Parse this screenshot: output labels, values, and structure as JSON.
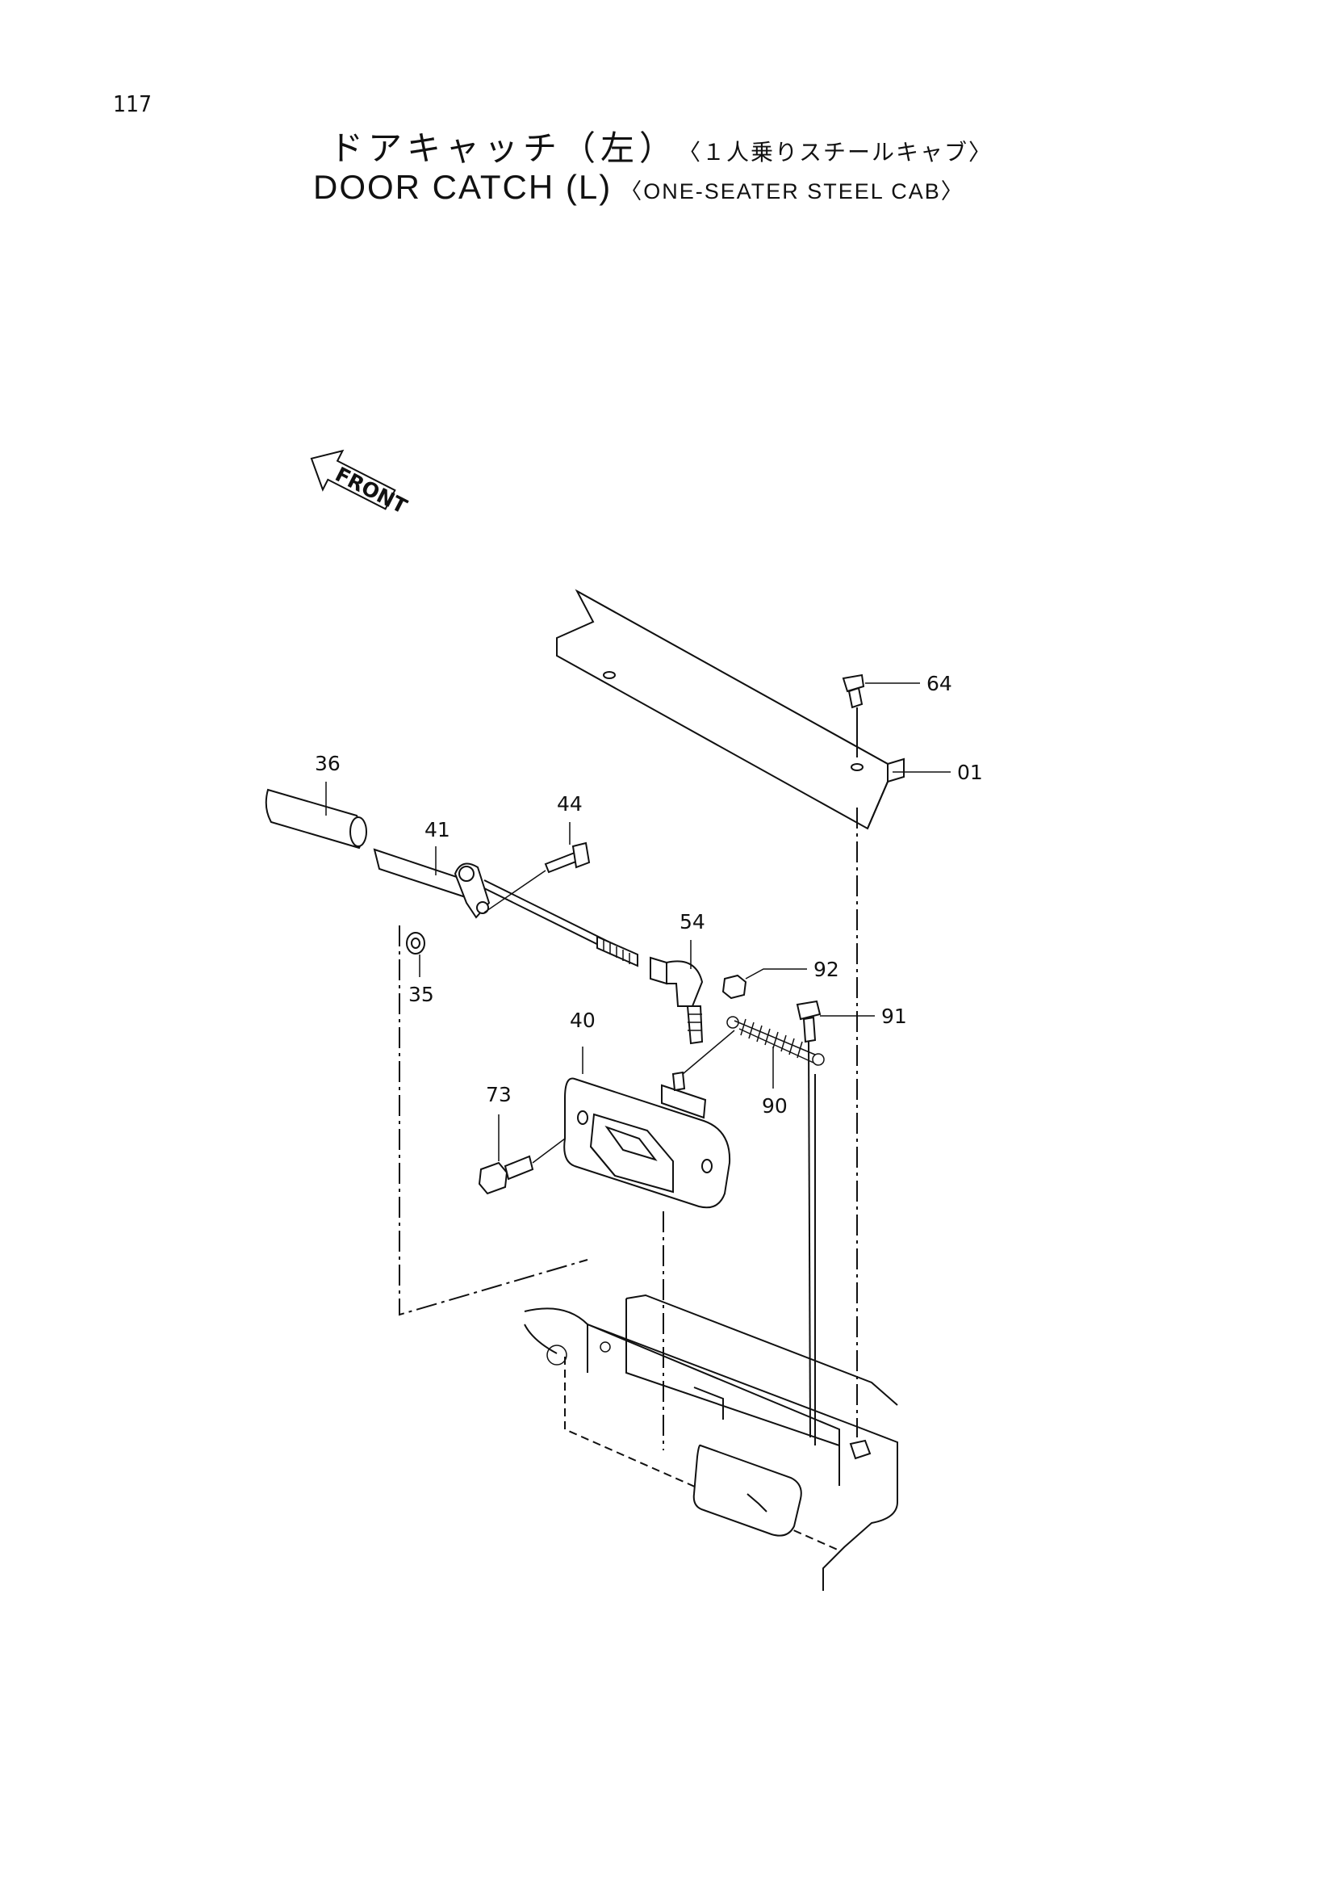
{
  "page_number": "117",
  "title_jp": "ドアキャッチ（左）",
  "subtitle_jp": "〈１人乗りスチールキャブ〉",
  "title_en": "DOOR CATCH (L)",
  "subtitle_en": "〈ONE-SEATER STEEL CAB〉",
  "front_arrow_label": "FRONT",
  "callouts": [
    "64",
    "01",
    "36",
    "44",
    "41",
    "54",
    "92",
    "35",
    "40",
    "91",
    "73",
    "90"
  ]
}
